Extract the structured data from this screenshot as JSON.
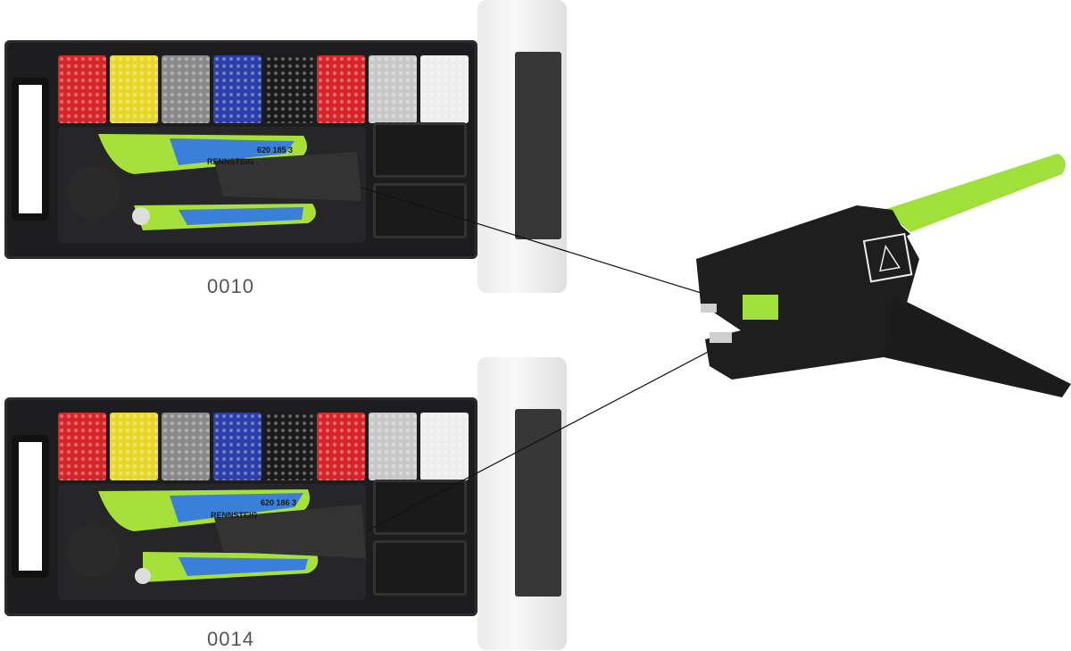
{
  "kits": [
    {
      "label": "0010",
      "brand": "RENNSTEIG",
      "part_no": "620 185 3"
    },
    {
      "label": "0014",
      "brand": "RENNSTEIG",
      "part_no": "620 186 3"
    }
  ],
  "bin_colors": [
    "#d8252a",
    "#e8d82a",
    "#8a8a8a",
    "#2a3fa8",
    "#1a1a1a",
    "#d8252a",
    "#c8c8c8",
    "#eeeeee"
  ],
  "colors": {
    "accent_green": "#9fe03a",
    "accent_blue": "#3a7fd8",
    "tool_black": "#1c1c1c"
  }
}
